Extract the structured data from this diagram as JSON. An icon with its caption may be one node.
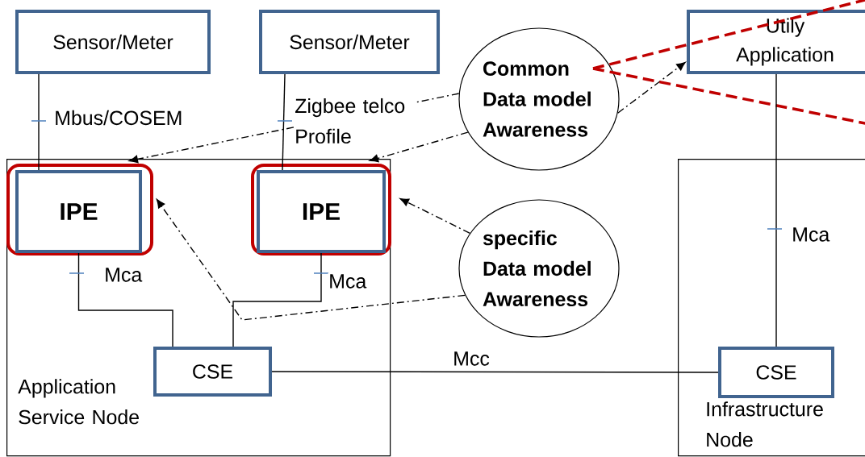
{
  "diagram": {
    "nodes": [
      {
        "text": [
          "Sensor/Meter"
        ]
      },
      {
        "text": [
          "Sensor/Meter"
        ]
      },
      {
        "text": [
          "Common Data model Awareness"
        ]
      },
      {
        "text": [
          "Utily Application"
        ]
      },
      {
        "text": [
          "Application Service Node"
        ]
      },
      {
        "text": [],
        "shape": "box",
        "in": 4
      },
      {
        "text": [
          "IPE"
        ],
        "in": 5
      },
      {
        "text": [],
        "shape": "box",
        "in": 4
      },
      {
        "text": [
          "IPE"
        ],
        "in": 7
      },
      {
        "text": [
          "specific Data model Awareness"
        ]
      },
      {
        "text": [
          "CSE"
        ],
        "in": 4
      },
      {
        "text": [
          "Infrastructure Node"
        ]
      },
      {
        "text": [
          "CSE"
        ],
        "in": 11
      }
    ],
    "edges": [
      {
        "from": 0,
        "to": 6,
        "arrow": "none",
        "label": "Mbus/COSEM"
      },
      {
        "from": 1,
        "to": 8,
        "arrow": "none",
        "label": "Zigbee telco Profile"
      },
      {
        "from": 2,
        "to": 6,
        "arrow": "to",
        "style": "dashed"
      },
      {
        "from": 2,
        "to": 8,
        "arrow": "to",
        "style": "dashed"
      },
      {
        "from": 2,
        "to": 3,
        "arrow": "to",
        "style": "dashed"
      },
      {
        "from": 2,
        "to": null,
        "arrow": "none",
        "style": "dashed",
        "color": "#c00000"
      },
      {
        "from": 2,
        "to": null,
        "arrow": "none",
        "style": "dashed",
        "color": "#c00000"
      },
      {
        "from": 9,
        "to": 6,
        "arrow": "to",
        "style": "dashed"
      },
      {
        "from": 9,
        "to": 8,
        "arrow": "to",
        "style": "dashed"
      },
      {
        "from": 6,
        "to": 10,
        "arrow": "none",
        "label": "Mca"
      },
      {
        "from": 8,
        "to": 10,
        "arrow": "none",
        "label": "Mca"
      },
      {
        "from": 3,
        "to": 12,
        "arrow": "none",
        "label": "Mca"
      },
      {
        "from": 10,
        "to": 12,
        "arrow": "none",
        "label": "Mcc"
      }
    ]
  }
}
